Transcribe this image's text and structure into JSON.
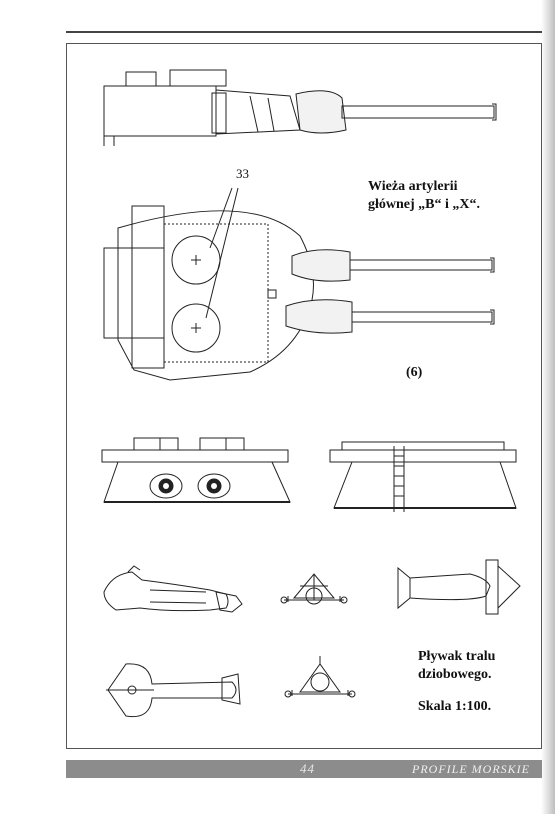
{
  "turret_caption": {
    "line1": "Wieża artylerii",
    "line2": "głównej „B“ i „X“."
  },
  "figure_number": "(6)",
  "callout_number": "33",
  "float_caption": {
    "line1": "Pływak tralu",
    "line2": "dziobowego.",
    "scale": "Skala 1:100."
  },
  "footer": {
    "page_number": "44",
    "journal": "PROFILE MORSKIE"
  }
}
